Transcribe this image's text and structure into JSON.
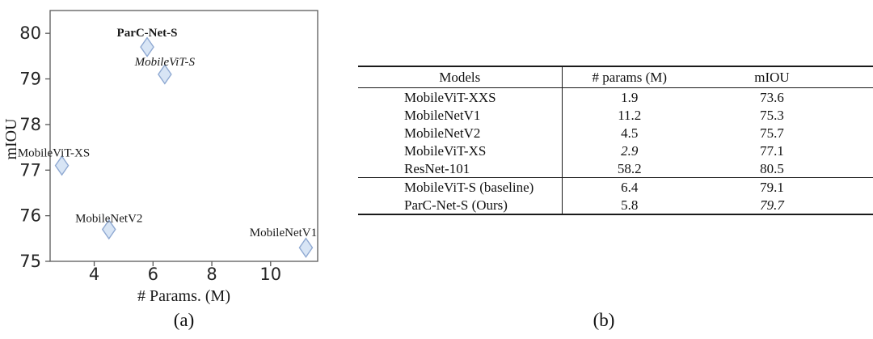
{
  "panels": {
    "a_label": "(a)",
    "b_label": "(b)"
  },
  "colors": {
    "marker_fill": "#d8e5f5",
    "marker_stroke": "#8fa9d2",
    "axis": "#5a5a5a",
    "tick_text": "#262626",
    "label_text": "#1a1a1a"
  },
  "chart_data": [
    {
      "type": "scatter",
      "title": "",
      "xlabel": "# Params. (M)",
      "ylabel": "mIOU",
      "xlim": [
        2.5,
        11.6
      ],
      "ylim": [
        75,
        80.5
      ],
      "xticks": [
        4,
        6,
        8,
        10
      ],
      "yticks": [
        75,
        76,
        77,
        78,
        79,
        80
      ],
      "grid": false,
      "legend": "none",
      "marker_shape": "thin-diamond",
      "points": [
        {
          "label": "ParC-Net-S",
          "x": 5.8,
          "y": 79.7,
          "label_style": "bold",
          "ldx": 0,
          "ldy": -13
        },
        {
          "label": "MobileViT-S",
          "x": 6.4,
          "y": 79.1,
          "label_style": "italic",
          "ldx": 0,
          "ldy": -11
        },
        {
          "label": "MobileViT-XS",
          "x": 2.9,
          "y": 77.1,
          "label_style": "normal",
          "ldx": -10,
          "ldy": -11
        },
        {
          "label": "MobileNetV2",
          "x": 4.5,
          "y": 75.7,
          "label_style": "normal",
          "ldx": 0,
          "ldy": -9
        },
        {
          "label": "MobileNetV1",
          "x": 11.2,
          "y": 75.3,
          "label_style": "normal",
          "ldx": -28,
          "ldy": -14
        }
      ]
    },
    {
      "type": "table",
      "columns": [
        "Models",
        "# params (M)",
        "mIOU"
      ],
      "groups": [
        {
          "rows": [
            {
              "model": "MobileViT-XXS",
              "params": "1.9",
              "params_style": "bold",
              "miou": "73.6",
              "miou_style": "normal"
            },
            {
              "model": "MobileNetV1",
              "params": "11.2",
              "params_style": "normal",
              "miou": "75.3",
              "miou_style": "normal"
            },
            {
              "model": "MobileNetV2",
              "params": "4.5",
              "params_style": "normal",
              "miou": "75.7",
              "miou_style": "normal"
            },
            {
              "model": "MobileViT-XS",
              "params": "2.9",
              "params_style": "italic",
              "miou": "77.1",
              "miou_style": "normal"
            },
            {
              "model": "ResNet-101",
              "params": "58.2",
              "params_style": "normal",
              "miou": "80.5",
              "miou_style": "bold"
            }
          ]
        },
        {
          "rows": [
            {
              "model": "MobileViT-S (baseline)",
              "params": "6.4",
              "params_style": "normal",
              "miou": "79.1",
              "miou_style": "normal"
            },
            {
              "model": "ParC-Net-S (Ours)",
              "params": "5.8",
              "params_style": "normal",
              "miou": "79.7",
              "miou_style": "italic"
            }
          ]
        }
      ]
    }
  ]
}
